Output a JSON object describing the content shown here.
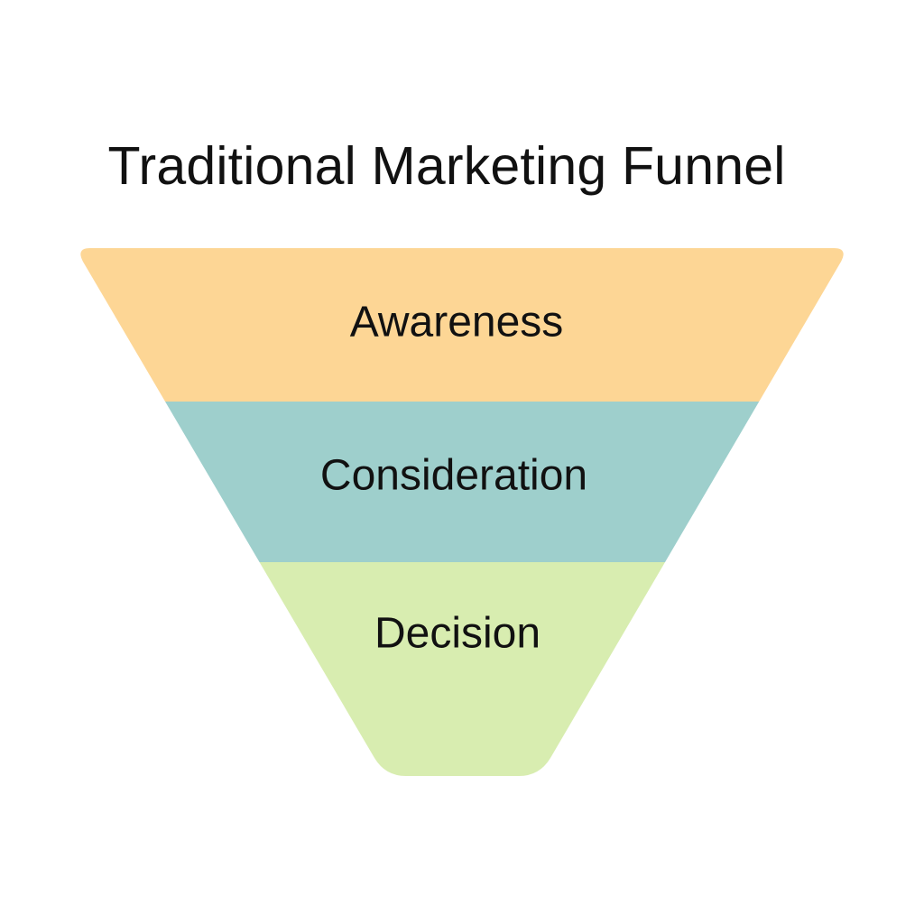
{
  "title": "Traditional Marketing Funnel",
  "stages": [
    {
      "label": "Awareness",
      "color": "#FDD695"
    },
    {
      "label": "Consideration",
      "color": "#9ECFCC"
    },
    {
      "label": "Decision",
      "color": "#D8EDB0"
    }
  ]
}
